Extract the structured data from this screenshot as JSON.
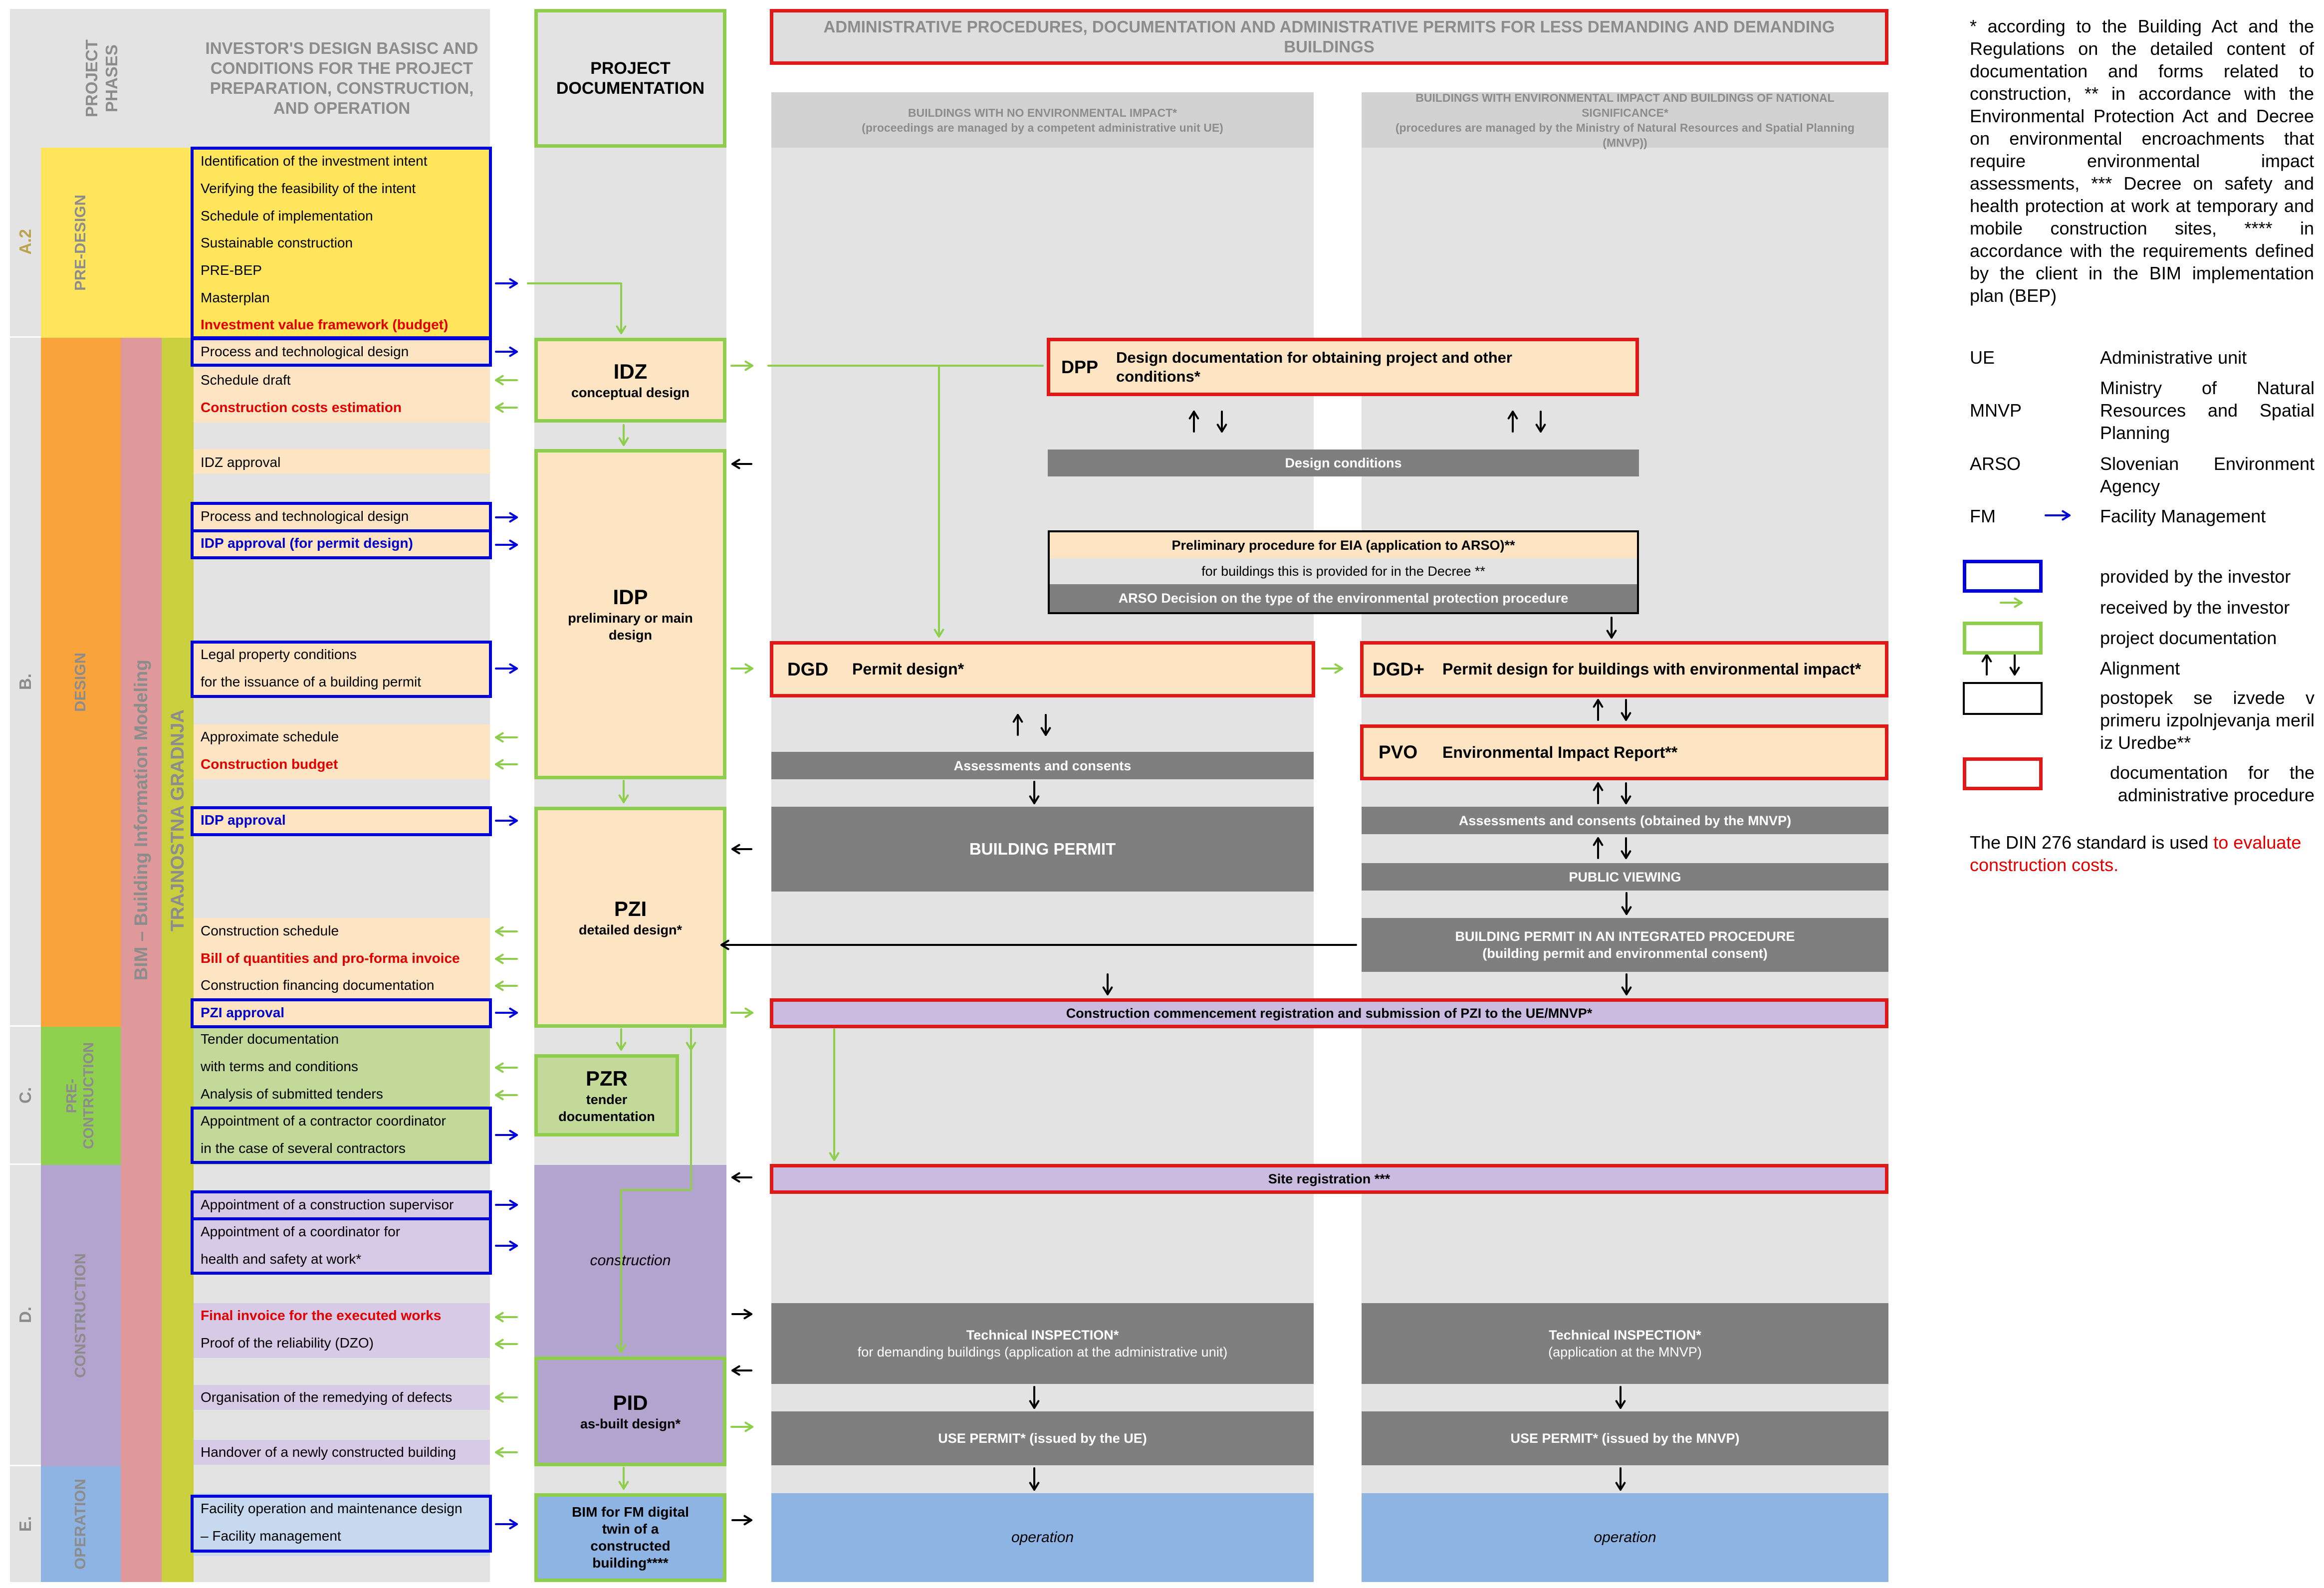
{
  "headers": {
    "project_phases": "PROJECT PHASES",
    "investor_basics": "INVESTOR'S DESIGN BASISC AND CONDITIONS FOR THE PROJECT PREPARATION, CONSTRUCTION, AND OPERATION",
    "project_documentation": "PROJECT DOCUMENTATION",
    "admin_title": "ADMINISTRATIVE PROCEDURES, DOCUMENTATION AND ADMINISTRATIVE PERMITS FOR LESS DEMANDING AND DEMANDING BUILDINGS",
    "col_ue_title": "BUILDINGS WITH NO ENVIRONMENTAL IMPACT*",
    "col_ue_sub": "(proceedings are managed by a competent administrative unit UE)",
    "col_mnvp_title": "BUILDINGS WITH ENVIRONMENTAL IMPACT AND BUILDINGS OF NATIONAL SIGNIFICANCE*",
    "col_mnvp_sub": "(procedures are managed by the Ministry of Natural Resources and Spatial Planning (MNVP))"
  },
  "phases": {
    "a_code": "A.2",
    "a_name": "PRE-DESIGN",
    "b_code": "B.",
    "b_name": "DESIGN",
    "c_code": "C.",
    "c_name1": "PRE-",
    "c_name2": "CONTRUCTION",
    "d_code": "D.",
    "d_name": "CONSTRUCTION",
    "e_code": "E.",
    "e_name": "OPERATION",
    "bim": "BIM – Building Information Modeling",
    "trajnostna": "TRAJNOSTNA GRADNJA"
  },
  "rows": {
    "r1": "Identification of the investment intent",
    "r2": "Verifying the feasibility of the intent",
    "r3": "Schedule of implementation",
    "r4": "Sustainable construction",
    "r5": "PRE-BEP",
    "r6": "Masterplan",
    "r7": "Investment value framework (budget)",
    "r8": "Process and technological design",
    "r9": "Schedule draft",
    "r10": "Construction costs estimation",
    "r11": "IDZ approval",
    "r12": "Process and technological design",
    "r13": "IDP approval (for permit design)",
    "r14": "Legal property conditions",
    "r15": "for the issuance of a building permit",
    "r16": "Approximate schedule",
    "r17": "Construction budget",
    "r18": "IDP approval",
    "r19": "Construction schedule",
    "r20": "Bill of quantities and pro-forma invoice",
    "r21": "Construction financing documentation",
    "r22": "PZI approval",
    "r23": "Tender documentation",
    "r24": "with terms and conditions",
    "r25": "Analysis of submitted tenders",
    "r26": "Appointment of a contractor coordinator",
    "r27": "in the case of several contractors",
    "r28": "Appointment of a construction supervisor",
    "r29": "Appointment of a coordinator for",
    "r30": "health and safety at work*",
    "r31": "Final invoice for the executed works",
    "r32": "Proof of the reliability (DZO)",
    "r33": "Organisation of the remedying of defects",
    "r34": "Handover of a newly constructed building",
    "r35": "Facility operation and maintenance design",
    "r36": "– Facility management"
  },
  "docs": {
    "idz": "IDZ",
    "idz_sub": "conceptual design",
    "idp": "IDP",
    "idp_sub": "preliminary or main design",
    "pzi": "PZI",
    "pzi_sub": "detailed design*",
    "pzr": "PZR",
    "pzr_sub": "tender documentation",
    "construction": "construction",
    "pid": "PID",
    "pid_sub": "as-built design*",
    "bimfm": "BIM for FM digital twin of a constructed building****"
  },
  "admin": {
    "dpp_code": "DPP",
    "dpp_text": "Design documentation for obtaining project and other conditions*",
    "design_conditions": "Design conditions",
    "eia_title": "Preliminary procedure for EIA (application to ARSO)**",
    "eia_sub": "for buildings this is provided for in the Decree **",
    "eia_decision": "ARSO Decision on the type of the environmental protection procedure",
    "dgd_code": "DGD",
    "dgd_text": "Permit design*",
    "dgdp_code": "DGD+",
    "dgdp_text": "Permit design for buildings with environmental impact*",
    "pvo_code": "PVO",
    "pvo_text": "Environmental Impact Report**",
    "assess_ue": "Assessments and consents",
    "building_permit": "BUILDING PERMIT",
    "assess_mnvp": "Assessments and consents (obtained by the MNVP)",
    "public_viewing": "PUBLIC VIEWING",
    "integrated1": "BUILDING PERMIT IN AN INTEGRATED PROCEDURE",
    "integrated2": "(building permit and environmental consent)",
    "commencement": "Construction commencement registration and submission of PZI to the UE/MNVP*",
    "site_registration": "Site registration ***",
    "tech_ue1": "Technical INSPECTION*",
    "tech_ue2": "for demanding buildings (application at the administrative unit)",
    "tech_mnvp1": "Technical INSPECTION*",
    "tech_mnvp2": "(application at the MNVP)",
    "use_ue": "USE PERMIT* (issued by the UE)",
    "use_mnvp": "USE PERMIT* (issued by the MNVP)",
    "operation": "operation"
  },
  "notes": {
    "footnote": "* according to the Building Act and the Regulations on the detailed content of documentation and forms related to construction, ** in accordance with the Environmental Protection Act and Decree on environmental encroachments that require environmental impact assessments, *** Decree on safety and health protection at work at temporary and mobile construction sites, **** in accordance with the requirements defined by the client in the BIM implementation plan (BEP)",
    "ue": "UE",
    "ue_def": "Administrative unit",
    "mnvp": "MNVP",
    "mnvp_def": "Ministry of Natural Resources and Spatial Planning",
    "arso": "ARSO",
    "arso_def": "Slovenian Environment Agency",
    "fm": "FM",
    "fm_def": "Facility Management",
    "lg_investor": "provided by the investor",
    "lg_received": "received by the investor",
    "lg_projdoc": "project documentation",
    "lg_alignment": "Alignment",
    "lg_black": "postopek se izvede v primeru izpolnjevanja meril iz Uredbe**",
    "lg_red": "documentation for the administrative procedure",
    "din_a": "The DIN 276 standard is used ",
    "din_b": "to evaluate construction costs."
  },
  "colors": {
    "predesign": "#ffe55c",
    "design": "#f9a43a",
    "preconstruction": "#8fd14f",
    "construction": "#b3a3cf",
    "operation": "#8eb4e3",
    "bim": "#e0999a",
    "trajnostna": "#c9cf3d",
    "investor_blue": "#0000d8",
    "received_green": "#8fce4d",
    "admin_red": "#e11818",
    "gray_bar": "#7f7f7f"
  }
}
